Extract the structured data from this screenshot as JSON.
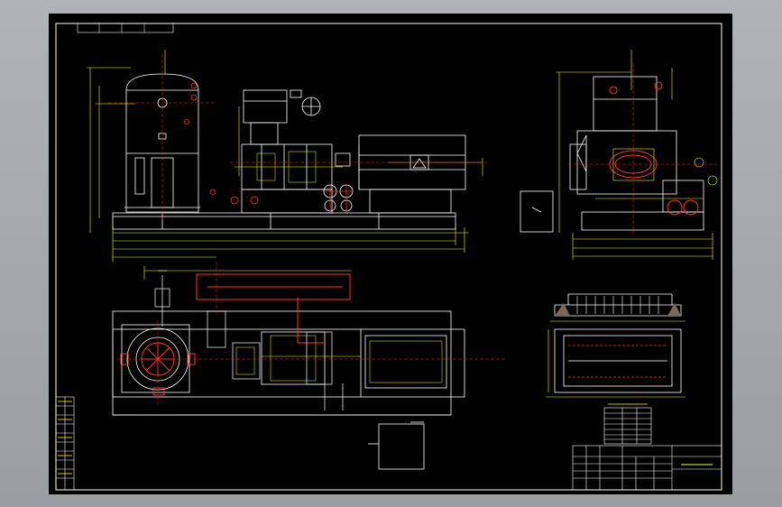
{
  "drawing": {
    "sheet_background": "#000000",
    "viewport_background": "#a3a6ab",
    "line_colors": {
      "outline": "#ffffff",
      "dimension": "#ffff00",
      "centerline": "#ff2020",
      "hidden": "#ffff00"
    },
    "views": [
      "front-elevation-view",
      "side-elevation-view",
      "plan-view",
      "foundation-detail-view"
    ],
    "title_block_text": "",
    "parts_table_text": ""
  }
}
